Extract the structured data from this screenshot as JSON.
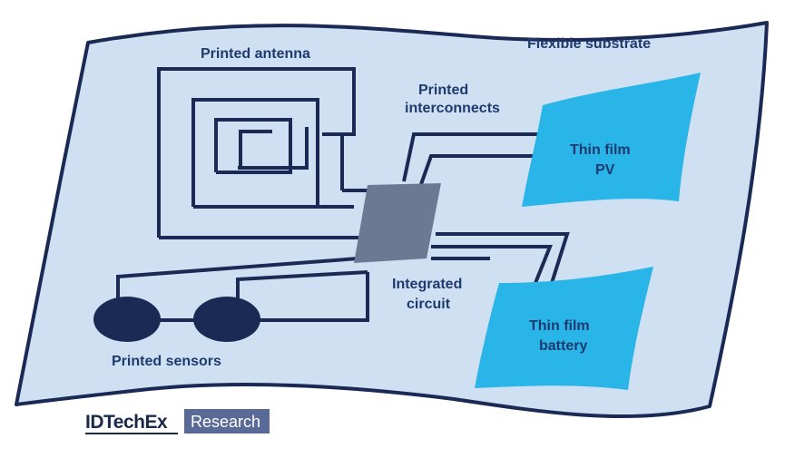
{
  "labels": {
    "flexible_substrate": "Flexible substrate",
    "printed_antenna": "Printed antenna",
    "printed_interconnects_1": "Printed",
    "printed_interconnects_2": "interconnects",
    "thin_film_pv_1": "Thin film",
    "thin_film_pv_2": "PV",
    "integrated_circuit_1": "Integrated",
    "integrated_circuit_2": "circuit",
    "thin_film_battery_1": "Thin film",
    "thin_film_battery_2": "battery",
    "printed_sensors": "Printed sensors"
  },
  "logo": {
    "name": "IDTechEx",
    "tag": "Research"
  },
  "colors": {
    "substrate_fill": "#cfe0f3",
    "outline": "#1b2a55",
    "chip": "#6b7a93",
    "film_panel": "#29b5e8",
    "sensor": "#1b2a55",
    "text": "#1f3a6e",
    "logo_badge": "#5a6a96"
  }
}
